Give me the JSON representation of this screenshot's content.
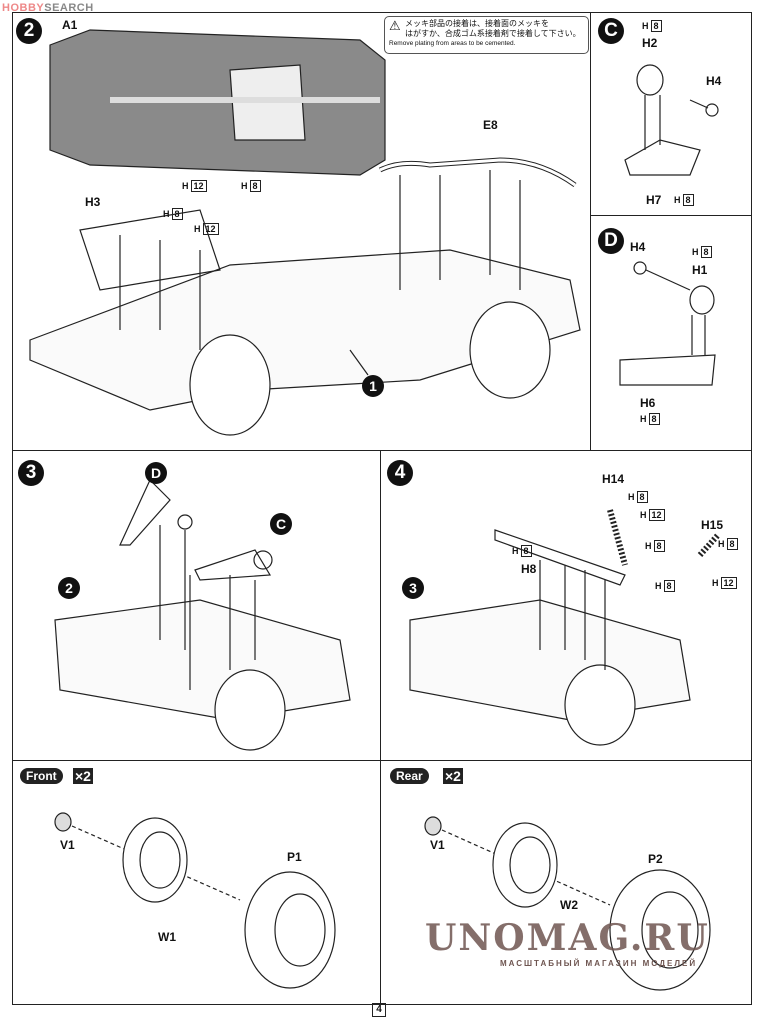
{
  "watermark_top": {
    "left": "HOBBY",
    "right": "SEARCH"
  },
  "watermark_bottom": {
    "main": "UNOMAG.RU",
    "sub": "МАСШТАБНЫЙ МАГАЗИН МОДЕЛЕЙ"
  },
  "page_number": "4",
  "step2": {
    "number": "2",
    "labels": {
      "a1": "A1",
      "h3": "H3",
      "e8": "E8",
      "sub1": "1"
    },
    "parts": [
      {
        "p": "H",
        "n": "12"
      },
      {
        "p": "H",
        "n": "8"
      },
      {
        "p": "H",
        "n": "8"
      },
      {
        "p": "H",
        "n": "12"
      }
    ],
    "warning": {
      "jp1": "メッキ部品の接着は、接着面のメッキを",
      "jp2": "はがすか、合成ゴム系接着剤で接着して下さい。",
      "en": "Remove plating from areas to be cemented."
    }
  },
  "stepC": {
    "letter": "C",
    "labels": {
      "h2": "H2",
      "h4": "H4",
      "h7": "H7"
    },
    "parts": [
      {
        "p": "H",
        "n": "8"
      },
      {
        "p": "H",
        "n": "8"
      }
    ]
  },
  "stepD": {
    "letter": "D",
    "labels": {
      "h4": "H4",
      "h1": "H1",
      "h6": "H6"
    },
    "parts": [
      {
        "p": "H",
        "n": "8"
      },
      {
        "p": "H",
        "n": "8"
      }
    ]
  },
  "step3": {
    "number": "3",
    "labels": {
      "d": "D",
      "c": "C",
      "sub2": "2"
    }
  },
  "step4": {
    "number": "4",
    "labels": {
      "h14": "H14",
      "h15": "H15",
      "h8": "H8",
      "sub3": "3"
    },
    "parts": [
      {
        "p": "H",
        "n": "8"
      },
      {
        "p": "H",
        "n": "12"
      },
      {
        "p": "H",
        "n": "8"
      },
      {
        "p": "H",
        "n": "8"
      },
      {
        "p": "H",
        "n": "8"
      },
      {
        "p": "H",
        "n": "8"
      },
      {
        "p": "H",
        "n": "12"
      }
    ]
  },
  "front": {
    "tag": "Front",
    "qty": "×2",
    "labels": {
      "v1": "V1",
      "w1": "W1",
      "p1": "P1"
    }
  },
  "rear": {
    "tag": "Rear",
    "qty": "×2",
    "labels": {
      "v1": "V1",
      "w2": "W2",
      "p2": "P2"
    }
  }
}
